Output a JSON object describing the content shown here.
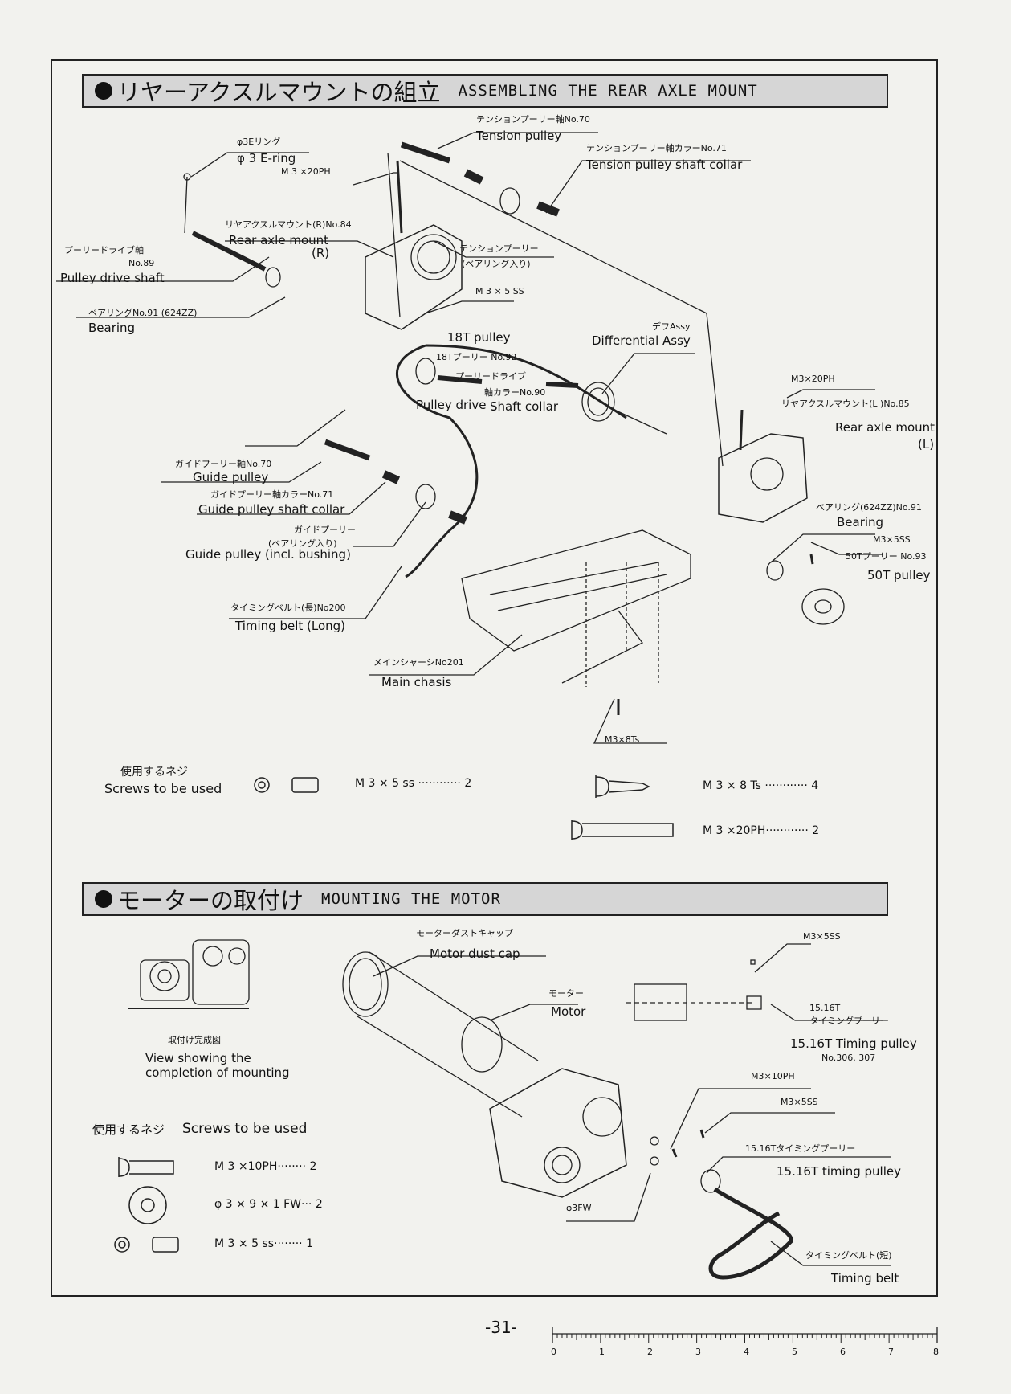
{
  "section1": {
    "title_jp": "リヤーアクスルマウントの組立",
    "title_en": "ASSEMBLING THE REAR AXLE MOUNT"
  },
  "section2": {
    "title_jp": "モーターの取付け",
    "title_en": "MOUNTING THE MOTOR"
  },
  "parts1": {
    "tension_pulley_jp": "テンションプーリー軸No.70",
    "tension_pulley_en": "Tension pulley",
    "e_ring_jp": "φ3Eリング",
    "e_ring_en": "φ 3 E-ring",
    "m3x20ph_top": "M 3 ×20PH",
    "tension_collar_jp": "テンションプーリー軸カラーNo.71",
    "tension_collar_en": "Tension pulley shaft collar",
    "rear_mount_r_jp": "リヤアクスルマウント(R)No.84",
    "rear_mount_r_en": "Rear axle mount",
    "rear_mount_r_side": "(R)",
    "tension_pulley_bearing_jp1": "テンションプーリー",
    "tension_pulley_bearing_jp2": "(ベアリング入り)",
    "pulley_drive_shaft_jp": "プーリードライブ軸",
    "pulley_drive_shaft_no": "No.89",
    "pulley_drive_shaft_en": "Pulley drive shaft",
    "m3x5ss_mid": "M 3 × 5 SS",
    "bearing_jp": "ベアリングNo.91 (624ZZ)",
    "bearing_en": "Bearing",
    "pulley18t_en": "18T pulley",
    "pulley18t_jp": "18Tプーリー No.92",
    "diff_jp": "デフAssy",
    "diff_en": "Differential Assy",
    "pd_collar_jp1": "プーリードライブ",
    "pd_collar_jp2": "軸カラーNo.90",
    "pd_collar_en1": "Pulley drive",
    "pd_collar_en2": "Shaft collar",
    "m3x20ph_right": "M3×20PH",
    "rear_mount_l_jp": "リヤアクスルマウント(L )No.85",
    "rear_mount_l_en": "Rear axle mount",
    "rear_mount_l_side": "(L)",
    "guide_pulley_jp": "ガイドプーリー軸No.70",
    "guide_pulley_en": "Guide pulley",
    "guide_collar_jp": "ガイドプーリー軸カラーNo.71",
    "guide_collar_en": "Guide pulley shaft collar",
    "guide_bush_jp1": "ガイドプーリー",
    "guide_bush_jp2": "(ベアリング入り)",
    "guide_bush_en": "Guide pulley (incl. bushing)",
    "bearing_l_jp": "ベアリング(624ZZ)No.91",
    "bearing_l_en": "Bearing",
    "m3x5ss_right": "M3×5SS",
    "pulley50t_jp": "50Tプーリー No.93",
    "pulley50t_en": "50T pulley",
    "belt_long_jp": "タイミングベルト(長)No200",
    "belt_long_en": "Timing belt (Long)",
    "chassis_jp": "メインシャーシNo201",
    "chassis_en": "Main chasis",
    "m3x8ts": "M3×8Ts"
  },
  "screws1": {
    "label_jp": "使用するネジ",
    "label_en": "Screws to be used",
    "items": [
      {
        "spec": "M 3 × 5 ss ············ 2"
      },
      {
        "spec": "M 3 × 8 Ts ············ 4"
      },
      {
        "spec": "M 3 ×20PH············ 2"
      }
    ]
  },
  "parts2": {
    "completion_jp": "取付け完成図",
    "completion_en1": "View showing the",
    "completion_en2": "completion of mounting",
    "dust_cap_jp": "モーターダストキャップ",
    "dust_cap_en": "Motor dust cap",
    "motor_jp": "モーター",
    "motor_en": "Motor",
    "m3x5ss_top": "M3×5SS",
    "tp_top_num": "15.16T",
    "tp_top_jp": "タイミングプーリー",
    "tp_top_en": "15.16T Timing pulley",
    "tp_top_no": "No.306. 307",
    "m3x10ph": "M3×10PH",
    "m3x5ss_mid": "M3×5SS",
    "tp_mid_jp": "15.16Tタイミングプーリー",
    "tp_mid_en": "15.16T timing pulley",
    "fw": "φ3FW",
    "belt_short_jp": "タイミングベルト(短)",
    "belt_short_en": "Timing belt"
  },
  "screws2": {
    "label": "使用するネジ",
    "label_en": "Screws to be used",
    "items": [
      {
        "spec": "M 3 ×10PH········ 2"
      },
      {
        "spec": "φ 3 × 9 × 1 FW··· 2"
      },
      {
        "spec": "M 3 × 5 ss········ 1"
      }
    ]
  },
  "footer": {
    "page": "-31-",
    "ruler_ticks": [
      "0",
      "1",
      "2",
      "3",
      "4",
      "5",
      "6",
      "7",
      "8"
    ]
  }
}
